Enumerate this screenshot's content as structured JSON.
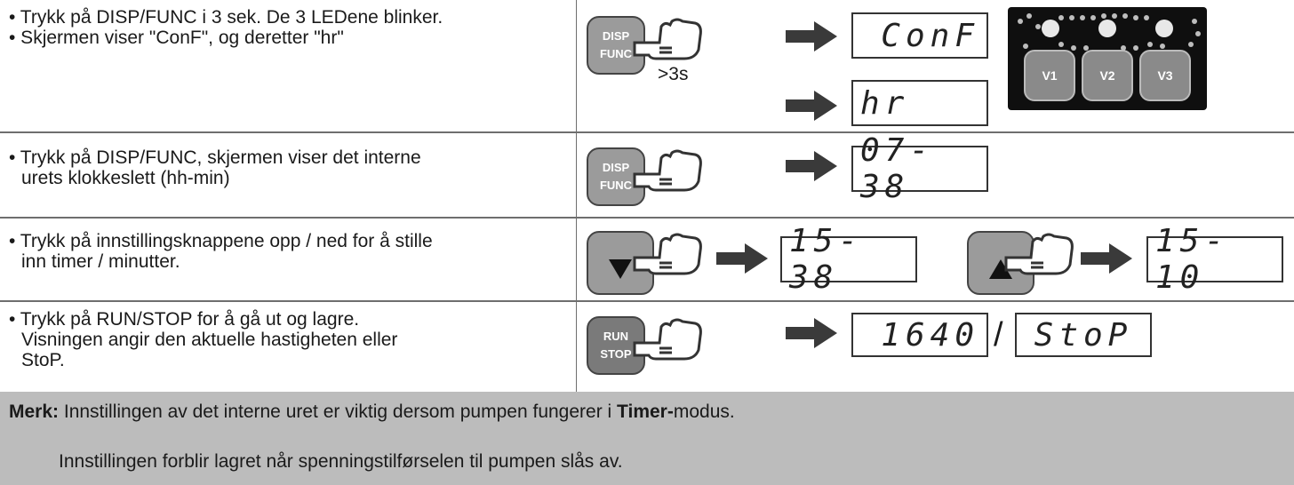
{
  "rows": [
    {
      "lines": [
        "• Trykk på DISP/FUNC i 3 sek. De 3 LEDene blinker.",
        "• Skjermen viser \"ConF\", og deretter \"hr\""
      ]
    },
    {
      "lines": [
        "• Trykk på DISP/FUNC, skjermen viser det interne",
        "urets klokkeslett (hh-min)"
      ]
    },
    {
      "lines": [
        "• Trykk på innstillingsknappene opp / ned for å stille",
        "inn timer / minutter."
      ]
    },
    {
      "lines": [
        "• Trykk på RUN/STOP for å gå ut og lagre.",
        "Visningen angir den aktuelle hastigheten eller",
        "StoP."
      ]
    }
  ],
  "keys": {
    "disp": "DISP",
    "func": "FUNC",
    "run": "RUN",
    "stop": "STOP",
    "hold_time": ">3s",
    "down_icon": "down-triangle-icon",
    "up_icon": "up-triangle-icon"
  },
  "displays": {
    "conf": "ConF",
    "hr": "hr",
    "clock": "07-38",
    "down_result": "15-38",
    "up_result": "15-10",
    "speed": "1640",
    "separator": "/",
    "stop": "StoP"
  },
  "leds": [
    "V1",
    "V2",
    "V3"
  ],
  "note": {
    "label": "Merk:",
    "text1": " Innstillingen av det interne uret er viktig dersom pumpen fungerer i ",
    "bold": "Timer-",
    "text2": "modus.",
    "line2": "Innstillingen forblir lagret når spenningstilførselen til pumpen slås av."
  },
  "colors": {
    "note_bg": "#bcbcbc",
    "key_bg": "#9b9b9b",
    "panel_bg": "#0f0f0f"
  }
}
